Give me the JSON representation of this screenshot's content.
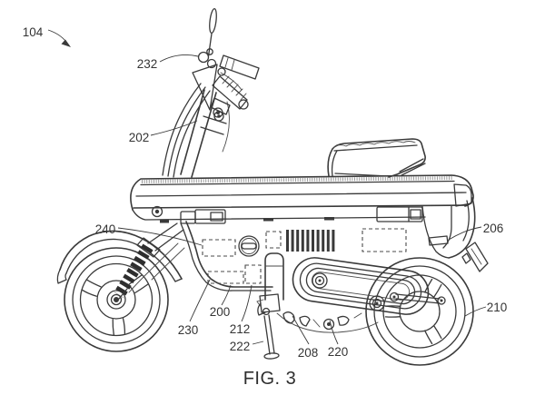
{
  "figure": {
    "caption": "FIG. 3"
  },
  "colors": {
    "line": "#3a3a3a",
    "background": "#ffffff"
  },
  "reference_labels": [
    {
      "ref": "104",
      "target": "overall-scooter"
    },
    {
      "ref": "232",
      "target": "handlebar-mirror-mount"
    },
    {
      "ref": "202",
      "target": "steering-column"
    },
    {
      "ref": "240",
      "target": "body-dashed-region-upper-left"
    },
    {
      "ref": "206",
      "target": "rear-panel-port"
    },
    {
      "ref": "200",
      "target": "body-dashed-region-lower-left"
    },
    {
      "ref": "230",
      "target": "lower-body-panel"
    },
    {
      "ref": "212",
      "target": "body-dashed-region-lower-right"
    },
    {
      "ref": "222",
      "target": "kickstand"
    },
    {
      "ref": "208",
      "target": "underbody-linkage"
    },
    {
      "ref": "220",
      "target": "underbody-roller"
    },
    {
      "ref": "210",
      "target": "rear-wheel"
    }
  ]
}
